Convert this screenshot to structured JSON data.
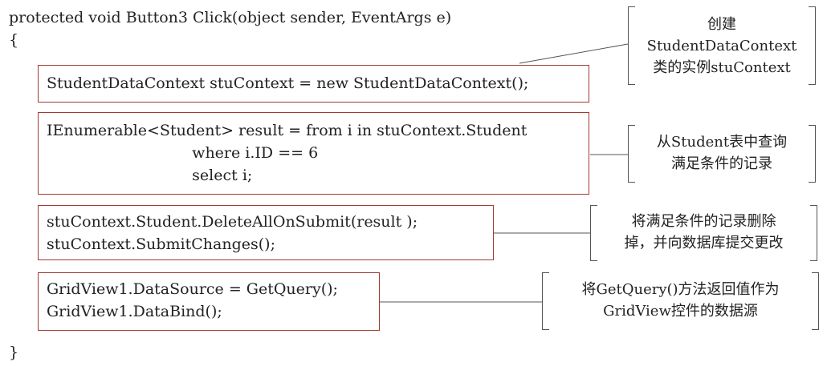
{
  "code": {
    "header": "protected void Button3 Click(object sender, EventArgs e)",
    "open_brace": "{",
    "close_brace": "}",
    "block1": [
      "StudentDataContext stuContext = new StudentDataContext();"
    ],
    "block2": [
      "IEnumerable<Student> result = from i in stuContext.Student",
      "                              where i.ID == 6",
      "                              select i;"
    ],
    "block3": [
      "stuContext.Student.DeleteAllOnSubmit(result );",
      "stuContext.SubmitChanges();"
    ],
    "block4": [
      "GridView1.DataSource = GetQuery();",
      "GridView1.DataBind();"
    ]
  },
  "notes": {
    "note1": [
      "创建",
      "StudentDataContext",
      "类的实例stuContext"
    ],
    "note2": [
      "从Student表中查询",
      "满足条件的记录"
    ],
    "note3": [
      "将满足条件的记录删除",
      "掉，并向数据库提交更改"
    ],
    "note4": [
      "将GetQuery()方法返回值作为",
      "GridView控件的数据源"
    ]
  },
  "colors": {
    "box_border": "#a33a32",
    "connector": "#555555",
    "text": "#222222"
  }
}
